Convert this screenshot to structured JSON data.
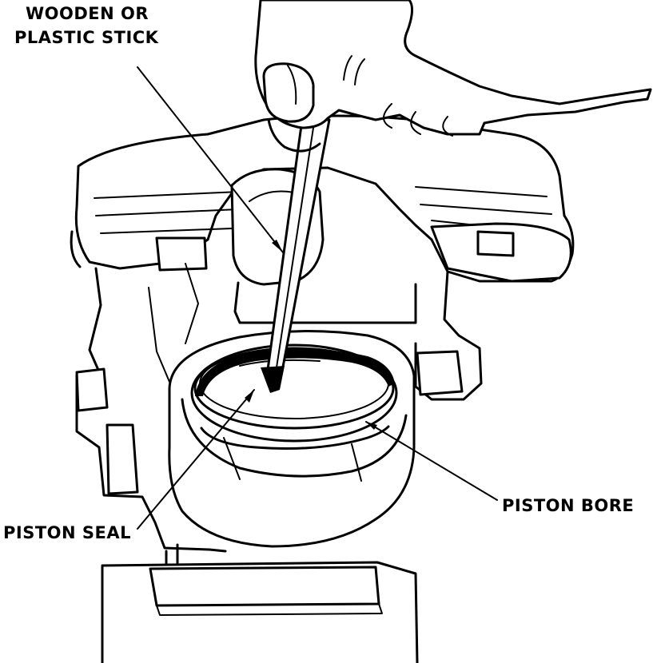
{
  "callouts": {
    "stick_line1": "WOODEN OR",
    "stick_line2": "PLASTIC STICK",
    "seal": "PISTON SEAL",
    "bore": "PISTON BORE"
  }
}
